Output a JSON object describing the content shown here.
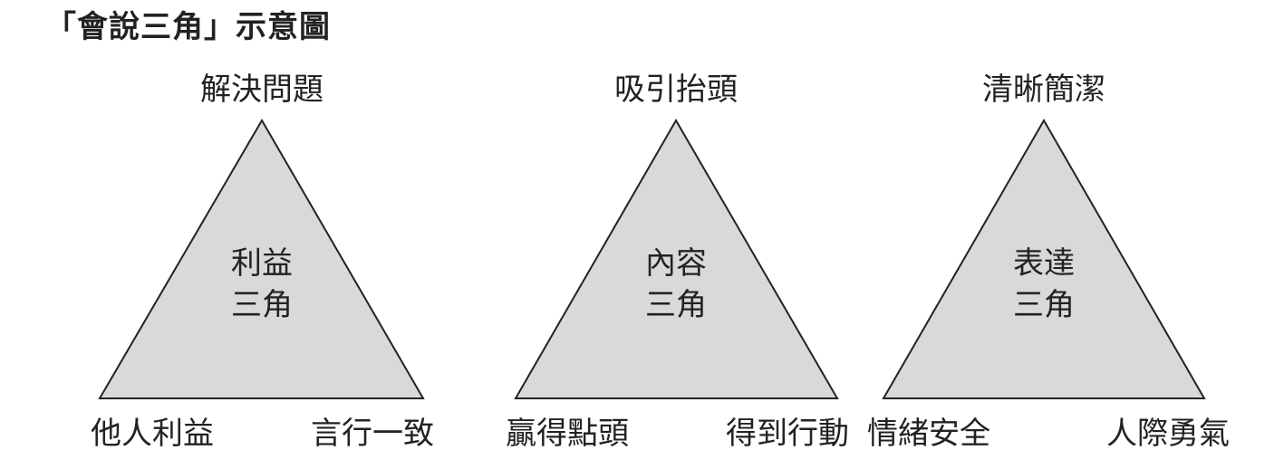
{
  "title": "「會說三角」示意圖",
  "colors": {
    "triangle_fill": "#d9d9d9",
    "triangle_stroke": "#222222",
    "text": "#222222"
  },
  "triangles": [
    {
      "top_label": "解決問題",
      "center_line1": "利益",
      "center_line2": "三角",
      "bottom_left_label": "他人利益",
      "bottom_right_label": "言行一致"
    },
    {
      "top_label": "吸引抬頭",
      "center_line1": "內容",
      "center_line2": "三角",
      "bottom_left_label": "贏得點頭",
      "bottom_right_label": "得到行動"
    },
    {
      "top_label": "清晰簡潔",
      "center_line1": "表達",
      "center_line2": "三角",
      "bottom_left_label": "情緒安全",
      "bottom_right_label": "人際勇氣"
    }
  ]
}
